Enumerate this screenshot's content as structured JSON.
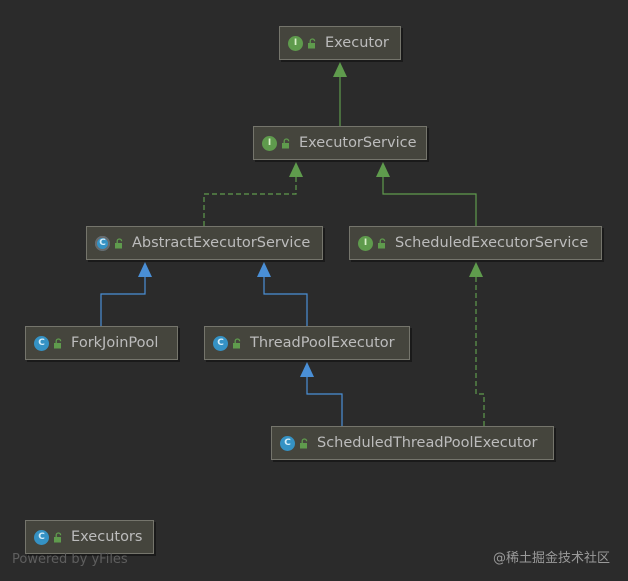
{
  "diagram": {
    "nodes": [
      {
        "id": "executor",
        "label": "Executor",
        "kind": "I"
      },
      {
        "id": "executor-service",
        "label": "ExecutorService",
        "kind": "I"
      },
      {
        "id": "abstract-executor-service",
        "label": "AbstractExecutorService",
        "kind": "C"
      },
      {
        "id": "scheduled-executor-service",
        "label": "ScheduledExecutorService",
        "kind": "I"
      },
      {
        "id": "fork-join-pool",
        "label": "ForkJoinPool",
        "kind": "C"
      },
      {
        "id": "thread-pool-executor",
        "label": "ThreadPoolExecutor",
        "kind": "C"
      },
      {
        "id": "scheduled-thread-pool-executor",
        "label": "ScheduledThreadPoolExecutor",
        "kind": "C"
      },
      {
        "id": "executors",
        "label": "Executors",
        "kind": "C"
      }
    ],
    "edges": [
      {
        "from": "executor-service",
        "to": "executor",
        "type": "extends"
      },
      {
        "from": "abstract-executor-service",
        "to": "executor-service",
        "type": "implements"
      },
      {
        "from": "scheduled-executor-service",
        "to": "executor-service",
        "type": "extends"
      },
      {
        "from": "fork-join-pool",
        "to": "abstract-executor-service",
        "type": "extends"
      },
      {
        "from": "thread-pool-executor",
        "to": "abstract-executor-service",
        "type": "extends"
      },
      {
        "from": "scheduled-thread-pool-executor",
        "to": "thread-pool-executor",
        "type": "extends"
      },
      {
        "from": "scheduled-thread-pool-executor",
        "to": "scheduled-executor-service",
        "type": "implements"
      }
    ],
    "colors": {
      "background": "#2b2b2b",
      "interface_edge": "#5f9b4d",
      "class_edge": "#4a8fd6",
      "node_fill": "#45453d",
      "node_border": "#75756c"
    }
  },
  "footer": {
    "powered_by": "Powered by yFiles"
  },
  "watermark": "@稀土掘金技术社区"
}
